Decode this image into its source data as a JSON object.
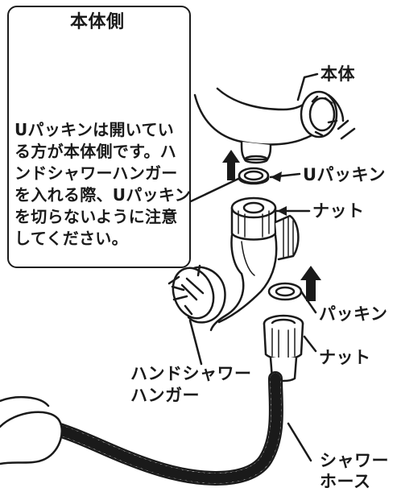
{
  "callout": {
    "heading": "本体側",
    "note_lines": [
      "Uパッキンは開いてい",
      "る方が本体側です。ハ",
      "ンドシャワーハンガー",
      "を入れる際、Uパッキン",
      "を切らないように注意",
      "してください。"
    ]
  },
  "labels": {
    "body": "本体",
    "u_packing": "Uパッキン",
    "nut_top": "ナット",
    "packing": "パッキン",
    "nut_bottom": "ナット",
    "hanger_line1": "ハンドシャワー",
    "hanger_line2": "ハンガー",
    "hose_line1": "シャワー",
    "hose_line2": "ホース"
  },
  "colors": {
    "line": "#1a1a1a",
    "shade": "#d9d9d9",
    "background": "#ffffff"
  }
}
